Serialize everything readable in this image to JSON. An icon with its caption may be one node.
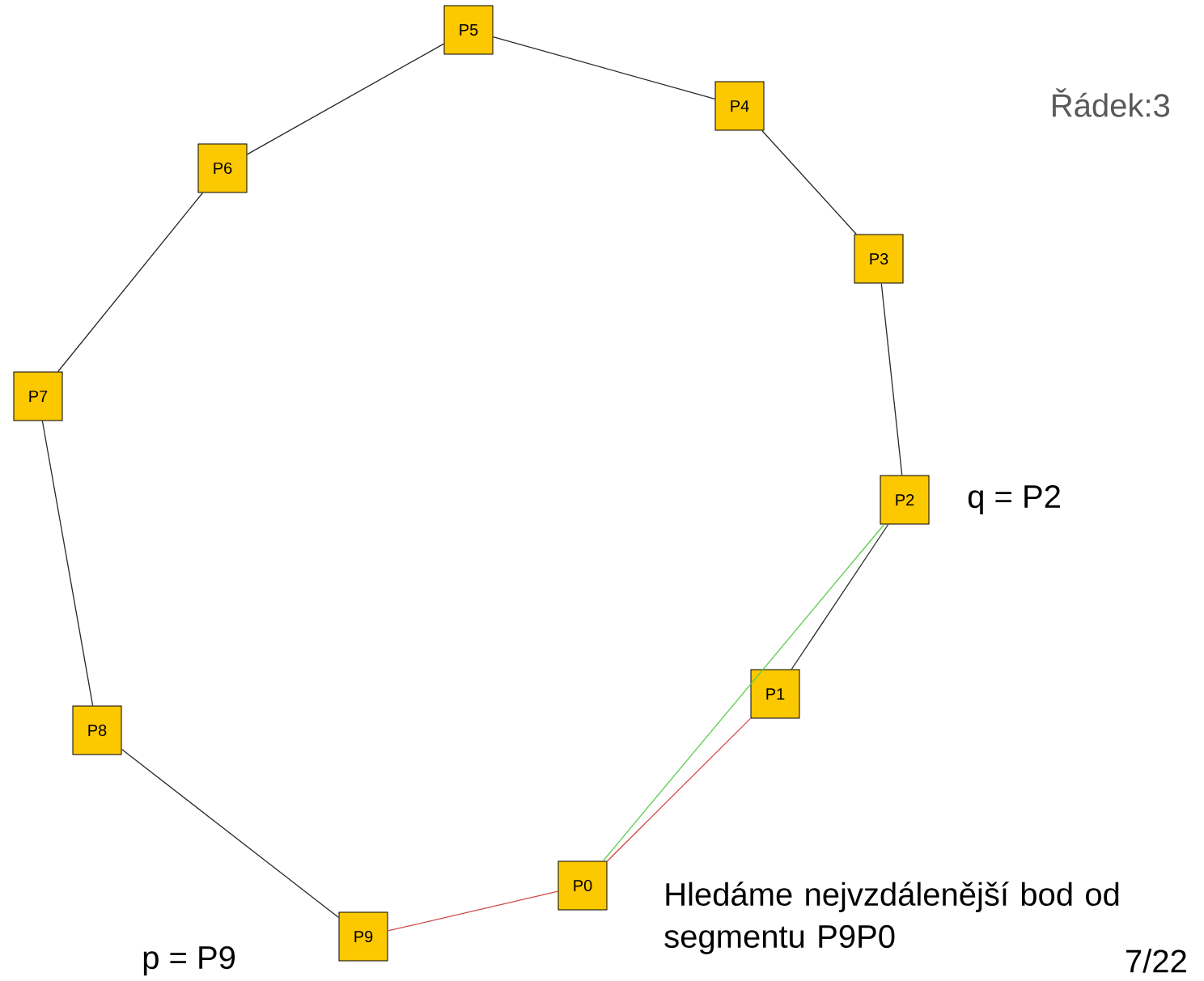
{
  "diagram": {
    "nodes": [
      {
        "text": [
          "P0"
        ]
      },
      {
        "text": [
          "P1"
        ]
      },
      {
        "text": [
          "P2"
        ],
        "beside": [
          "q = P2"
        ]
      },
      {
        "text": [
          "P3"
        ]
      },
      {
        "text": [
          "P4"
        ]
      },
      {
        "text": [
          "P5"
        ]
      },
      {
        "text": [
          "P6"
        ]
      },
      {
        "text": [
          "P7"
        ]
      },
      {
        "text": [
          "P8"
        ]
      },
      {
        "text": [
          "P9"
        ],
        "beside": [
          "p = P9"
        ]
      }
    ],
    "edges": [
      {
        "from": 0,
        "to": 1,
        "arrow": "none",
        "color": "#d04848"
      },
      {
        "from": 1,
        "to": 2,
        "arrow": "none"
      },
      {
        "from": 2,
        "to": 3,
        "arrow": "none"
      },
      {
        "from": 3,
        "to": 4,
        "arrow": "none"
      },
      {
        "from": 4,
        "to": 5,
        "arrow": "none"
      },
      {
        "from": 5,
        "to": 6,
        "arrow": "none"
      },
      {
        "from": 6,
        "to": 7,
        "arrow": "none"
      },
      {
        "from": 7,
        "to": 8,
        "arrow": "none"
      },
      {
        "from": 8,
        "to": 9,
        "arrow": "none"
      },
      {
        "from": 9,
        "to": 0,
        "arrow": "none",
        "color": "#d04848"
      },
      {
        "from": 0,
        "to": 2,
        "arrow": "none",
        "color": "#5ccc4c"
      }
    ],
    "labels": [
      "Řádek:3",
      "Hledáme nejvzdálenější bod od segmentu P9P0",
      "7/22"
    ]
  }
}
